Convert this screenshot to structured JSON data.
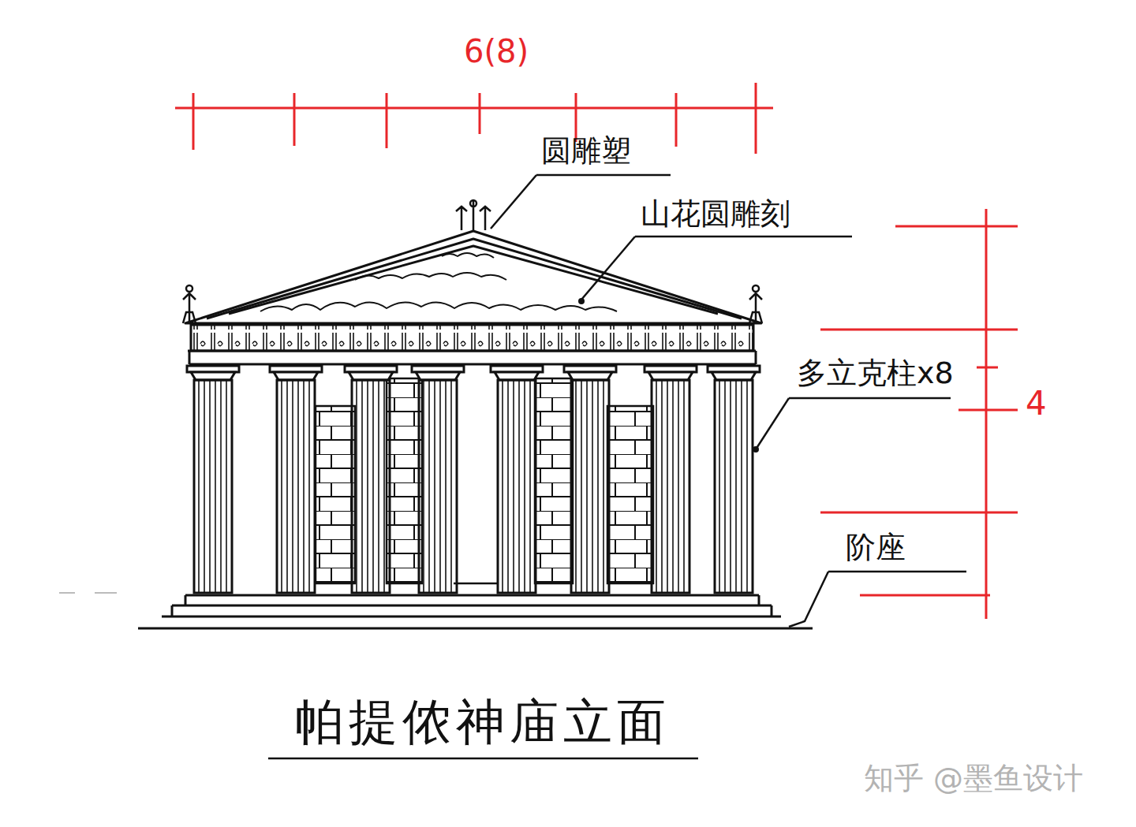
{
  "diagram": {
    "caption": "帕提侬神庙立面",
    "labels": [
      "6(8)",
      "圆雕塑",
      "山花圆雕刻",
      "多立克柱x8",
      "4",
      "阶座",
      "知乎 @墨鱼设计"
    ]
  }
}
